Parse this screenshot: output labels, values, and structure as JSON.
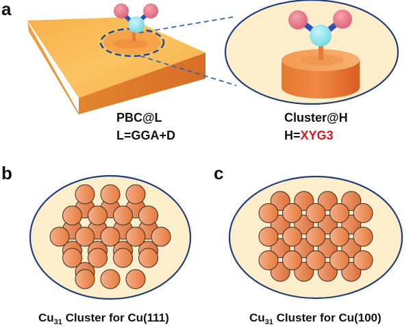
{
  "figure": {
    "panels": [
      {
        "letter": "a",
        "left": {
          "title": "PBC@L",
          "method_prefix": "L=",
          "method": "GGA+D"
        },
        "right": {
          "title": "Cluster@H",
          "method_prefix": "H=",
          "method": "XYG3",
          "method_color": "#e8141b"
        }
      },
      {
        "letter": "b",
        "caption_prefix": "Cu",
        "caption_subscript": "31",
        "caption_suffix": " Cluster for Cu(111)",
        "atom_count": 31,
        "lattice": "hexagonal close-packed (111)"
      },
      {
        "letter": "c",
        "caption_prefix": "Cu",
        "caption_subscript": "31",
        "caption_suffix": " Cluster for Cu(100)",
        "atom_count": 31,
        "lattice": "square (100)"
      }
    ],
    "colors": {
      "slab_top": "#f9b54c",
      "slab_front": "#e07a2e",
      "ellipse_fill": "#fdeecb",
      "ellipse_stroke": "#1f3f7a",
      "dash_line": "#2f64b8",
      "atom_fill": "#ef9a62",
      "atom_stroke": "#3a2a20",
      "oxygen": "#e6768a",
      "carbon": "#86e3ea",
      "bond": "#2e4fb5",
      "stick": "#e8783a"
    }
  }
}
